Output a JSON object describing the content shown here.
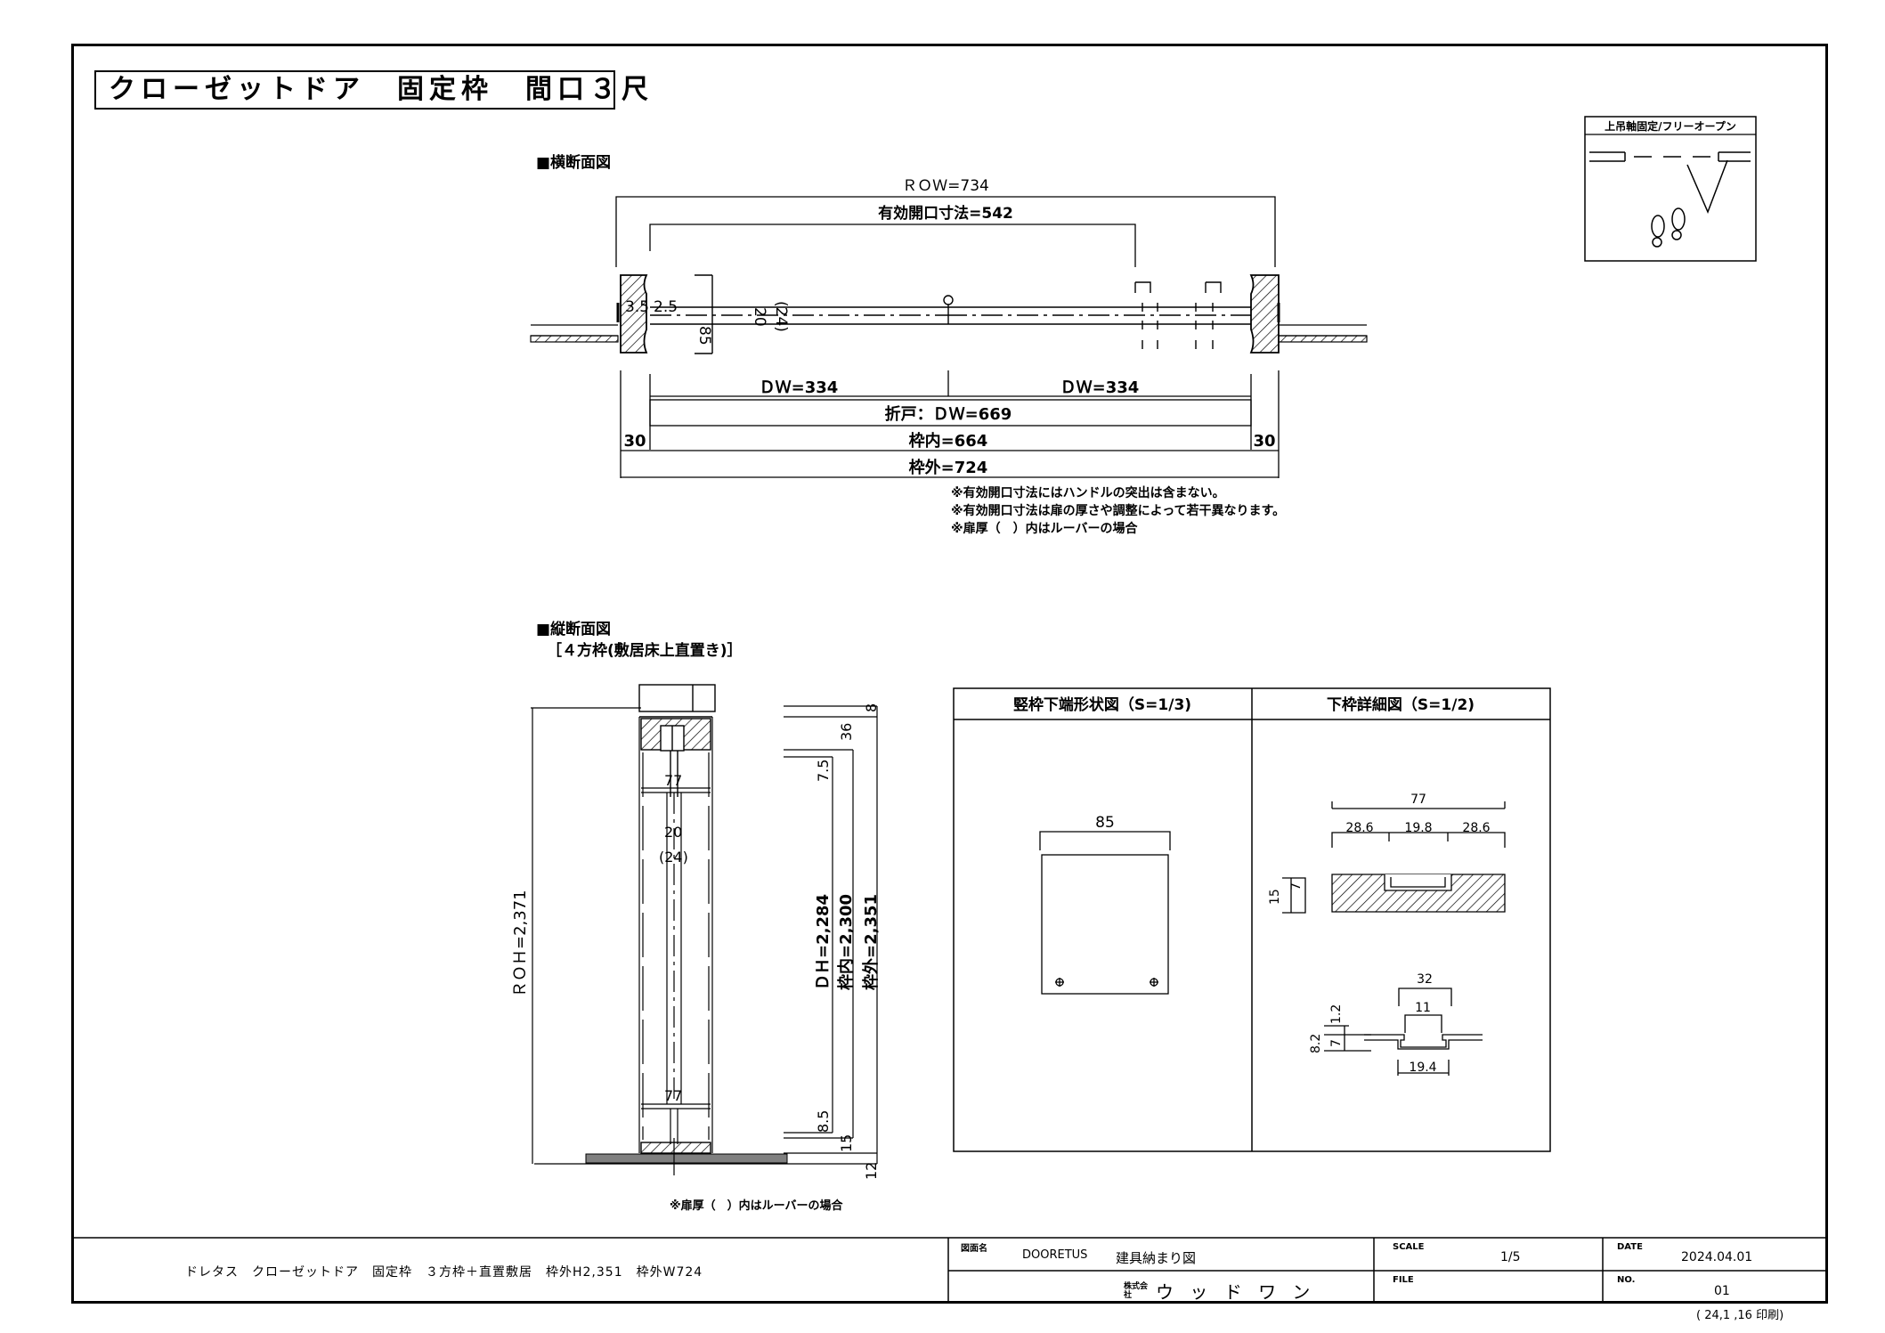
{
  "title": "クローゼットドア　固定枠　間口３尺",
  "opening_box": {
    "label": "上吊軸固定/フリーオープン"
  },
  "plan_section": {
    "heading": "■横断面図",
    "dims": {
      "row": "ＲＯＷ=734",
      "effective": "有効開口寸法=542",
      "small_a": "3.5",
      "small_b": "2.5",
      "small_85": "85",
      "small_20": "20",
      "small_24": "(24)",
      "dw_left": "ＤＷ=334",
      "dw_right": "ＤＷ=334",
      "fold": "折戸：ＤＷ=669",
      "inner": "枠内=664",
      "side_left": "30",
      "side_right": "30",
      "outer": "枠外=724"
    },
    "notes": [
      "※有効開口寸法にはハンドルの突出は含まない。",
      "※有効開口寸法は扉の厚さや調整によって若干異なります。",
      "※扉厚（　）内はルーバーの場合"
    ]
  },
  "elevation_section": {
    "heading": "■縦断面図",
    "subheading": "［４方枠(敷居床上直置き)］",
    "dims": {
      "roh": "ＲＯＨ=2,371",
      "dh": "ＤＨ=2,284",
      "inner": "枠内=2,300",
      "outer": "枠外=2,351",
      "d8": "8",
      "d36": "36",
      "d75": "7.5",
      "d85": "8.5",
      "d15": "15",
      "d12": "12",
      "w77_top": "77",
      "w77_bottom": "77",
      "t20": "20",
      "t24": "(24)"
    },
    "note": "※扉厚（　）内はルーバーの場合"
  },
  "detail_left": {
    "title": "竪枠下端形状図（S=1/3)",
    "width": "85"
  },
  "detail_right": {
    "title": "下枠詳細図（S=1/2)",
    "top": {
      "total": "77",
      "a": "28.6",
      "b": "19.8",
      "c": "28.6",
      "h": "15",
      "h2": "7"
    },
    "rail": {
      "w32": "32",
      "w11": "11",
      "w194": "19.4",
      "h82": "8.2",
      "h12": "1.2",
      "h7": "7"
    }
  },
  "title_block": {
    "description": "ドレタス　クローゼットドア　固定枠　３方枠＋直置敷居　枠外H2,351　枠外W724",
    "drawing_name_label": "図面名",
    "drawing_code": "DOORETUS",
    "drawing_name": "建具納まり図",
    "scale_label": "SCALE",
    "scale": "1/5",
    "date_label": "DATE",
    "date": "2024.04.01",
    "file_label": "FILE",
    "no_label": "NO.",
    "no": "01",
    "company_prefix": "株式会社",
    "company": "ウ ッ ド ワ ン",
    "print_stamp": "( 24,1 ,16 印刷)"
  },
  "colors": {
    "line": "#000000",
    "sill_gray": "#808080"
  }
}
